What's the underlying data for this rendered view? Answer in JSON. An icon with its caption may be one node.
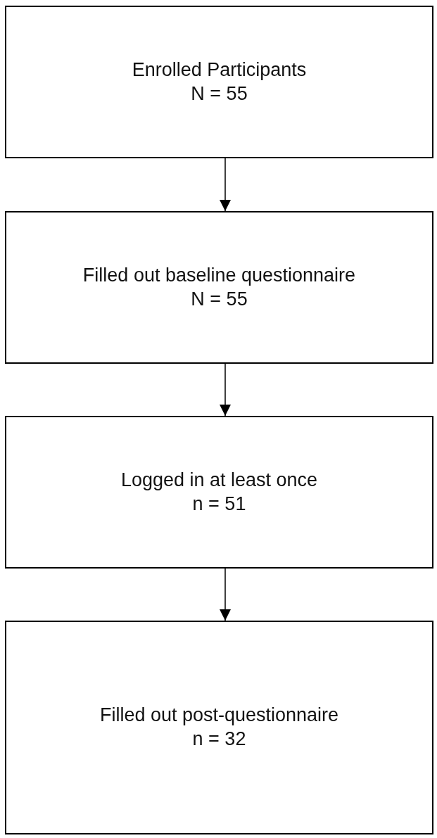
{
  "diagram": {
    "nodes": [
      {
        "text": [
          "Enrolled Participants",
          "N = 55"
        ]
      },
      {
        "text": [
          "Filled out baseline questionnaire",
          "N = 55"
        ]
      },
      {
        "text": [
          "Logged in at least once",
          "n = 51"
        ]
      },
      {
        "text": [
          "Filled out post-questionnaire",
          "n = 32"
        ]
      }
    ],
    "edges": [
      {
        "from": 0,
        "to": 1,
        "arrow": "to"
      },
      {
        "from": 1,
        "to": 2,
        "arrow": "to"
      },
      {
        "from": 2,
        "to": 3,
        "arrow": "to"
      }
    ]
  }
}
